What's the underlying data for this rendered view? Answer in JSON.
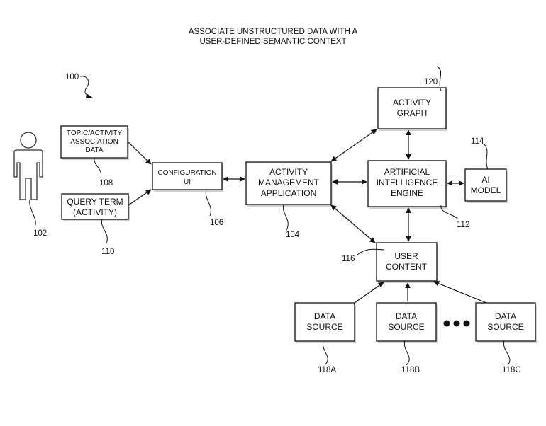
{
  "title": {
    "line1": "ASSOCIATE UNSTRUCTURED DATA WITH A",
    "line2": "USER-DEFINED SEMANTIC CONTEXT"
  },
  "refs": {
    "system": "100",
    "user": "102",
    "app": "104",
    "config_ui": "106",
    "topic_data": "108",
    "query_term": "110",
    "ai_engine": "112",
    "ai_model": "114",
    "user_content": "116",
    "source_a": "118A",
    "source_b": "118B",
    "source_c": "118C",
    "activity_graph": "120"
  },
  "boxes": {
    "topic_data": [
      "TOPIC/ACTIVITY",
      "ASSOCIATION",
      "DATA"
    ],
    "query_term": [
      "QUERY TERM",
      "(ACTIVITY)"
    ],
    "config_ui": [
      "CONFIGURATION",
      "UI"
    ],
    "app": [
      "ACTIVITY",
      "MANAGEMENT",
      "APPLICATION"
    ],
    "activity_graph": [
      "ACTIVITY",
      "GRAPH"
    ],
    "ai_engine": [
      "ARTIFICIAL",
      "INTELLIGENCE",
      "ENGINE"
    ],
    "ai_model": [
      "AI",
      "MODEL"
    ],
    "user_content": [
      "USER",
      "CONTENT"
    ],
    "source_a": [
      "DATA",
      "SOURCE"
    ],
    "source_b": [
      "DATA",
      "SOURCE"
    ],
    "source_c": [
      "DATA",
      "SOURCE"
    ]
  },
  "icons": {
    "user": "person-icon",
    "ellipsis": "ellipsis-icon"
  }
}
